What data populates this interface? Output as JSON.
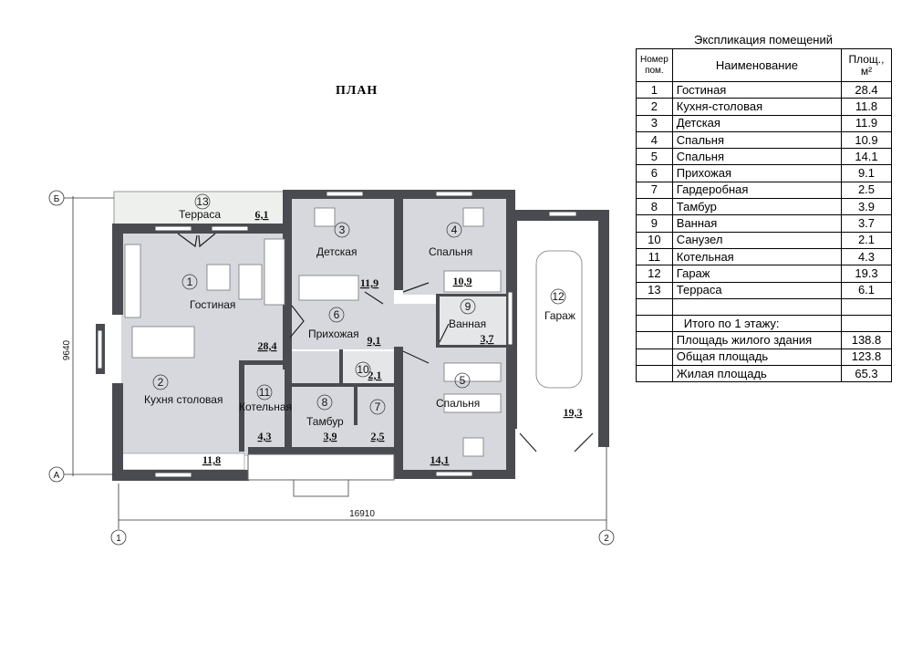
{
  "plan": {
    "title": "ПЛАН",
    "dimension_vertical": "9640",
    "dimension_horizontal": "16910",
    "axis_top": "Б",
    "axis_bottom": "А",
    "axis_left": "1",
    "axis_right": "2"
  },
  "rooms": [
    {
      "num": "1",
      "name": "Гостиная",
      "area": "28,4"
    },
    {
      "num": "2",
      "name": "Кухня столовая",
      "area": "11,8"
    },
    {
      "num": "3",
      "name": "Детская",
      "area": "11,9"
    },
    {
      "num": "4",
      "name": "Спальня",
      "area": "10,9"
    },
    {
      "num": "5",
      "name": "Спальня",
      "area": "14,1"
    },
    {
      "num": "6",
      "name": "Прихожая",
      "area": "9,1"
    },
    {
      "num": "7",
      "name": "",
      "area": "2,5"
    },
    {
      "num": "8",
      "name": "Тамбур",
      "area": "3,9"
    },
    {
      "num": "9",
      "name": "Ванная",
      "area": "3,7"
    },
    {
      "num": "10",
      "name": "",
      "area": "2,1"
    },
    {
      "num": "11",
      "name": "Котельная",
      "area": "4,3"
    },
    {
      "num": "12",
      "name": "Гараж",
      "area": "19,3"
    },
    {
      "num": "13",
      "name": "Терраса",
      "area": "6,1"
    }
  ],
  "table": {
    "title": "Экспликация помещений",
    "header": {
      "num": "Номер пом.",
      "name": "Наименование",
      "area": "Площ., м²"
    },
    "rows": [
      {
        "num": "1",
        "name": "Гостиная",
        "area": "28.4"
      },
      {
        "num": "2",
        "name": "Кухня-столовая",
        "area": "11.8"
      },
      {
        "num": "3",
        "name": "Детская",
        "area": "11.9"
      },
      {
        "num": "4",
        "name": "Спальня",
        "area": "10.9"
      },
      {
        "num": "5",
        "name": "Спальня",
        "area": "14.1"
      },
      {
        "num": "6",
        "name": "Прихожая",
        "area": "9.1"
      },
      {
        "num": "7",
        "name": "Гардеробная",
        "area": "2.5"
      },
      {
        "num": "8",
        "name": "Тамбур",
        "area": "3.9"
      },
      {
        "num": "9",
        "name": "Ванная",
        "area": "3.7"
      },
      {
        "num": "10",
        "name": "Санузел",
        "area": "2.1"
      },
      {
        "num": "11",
        "name": "Котельная",
        "area": "4.3"
      },
      {
        "num": "12",
        "name": "Гараж",
        "area": "19.3"
      },
      {
        "num": "13",
        "name": "Терраса",
        "area": "6.1"
      }
    ],
    "total_label": "Итого по 1 этажу:",
    "totals": [
      {
        "name": "Площадь жилого здания",
        "area": "138.8"
      },
      {
        "name": "Общая площадь",
        "area": "123.8"
      },
      {
        "name": "Жилая площадь",
        "area": "65.3"
      }
    ]
  }
}
